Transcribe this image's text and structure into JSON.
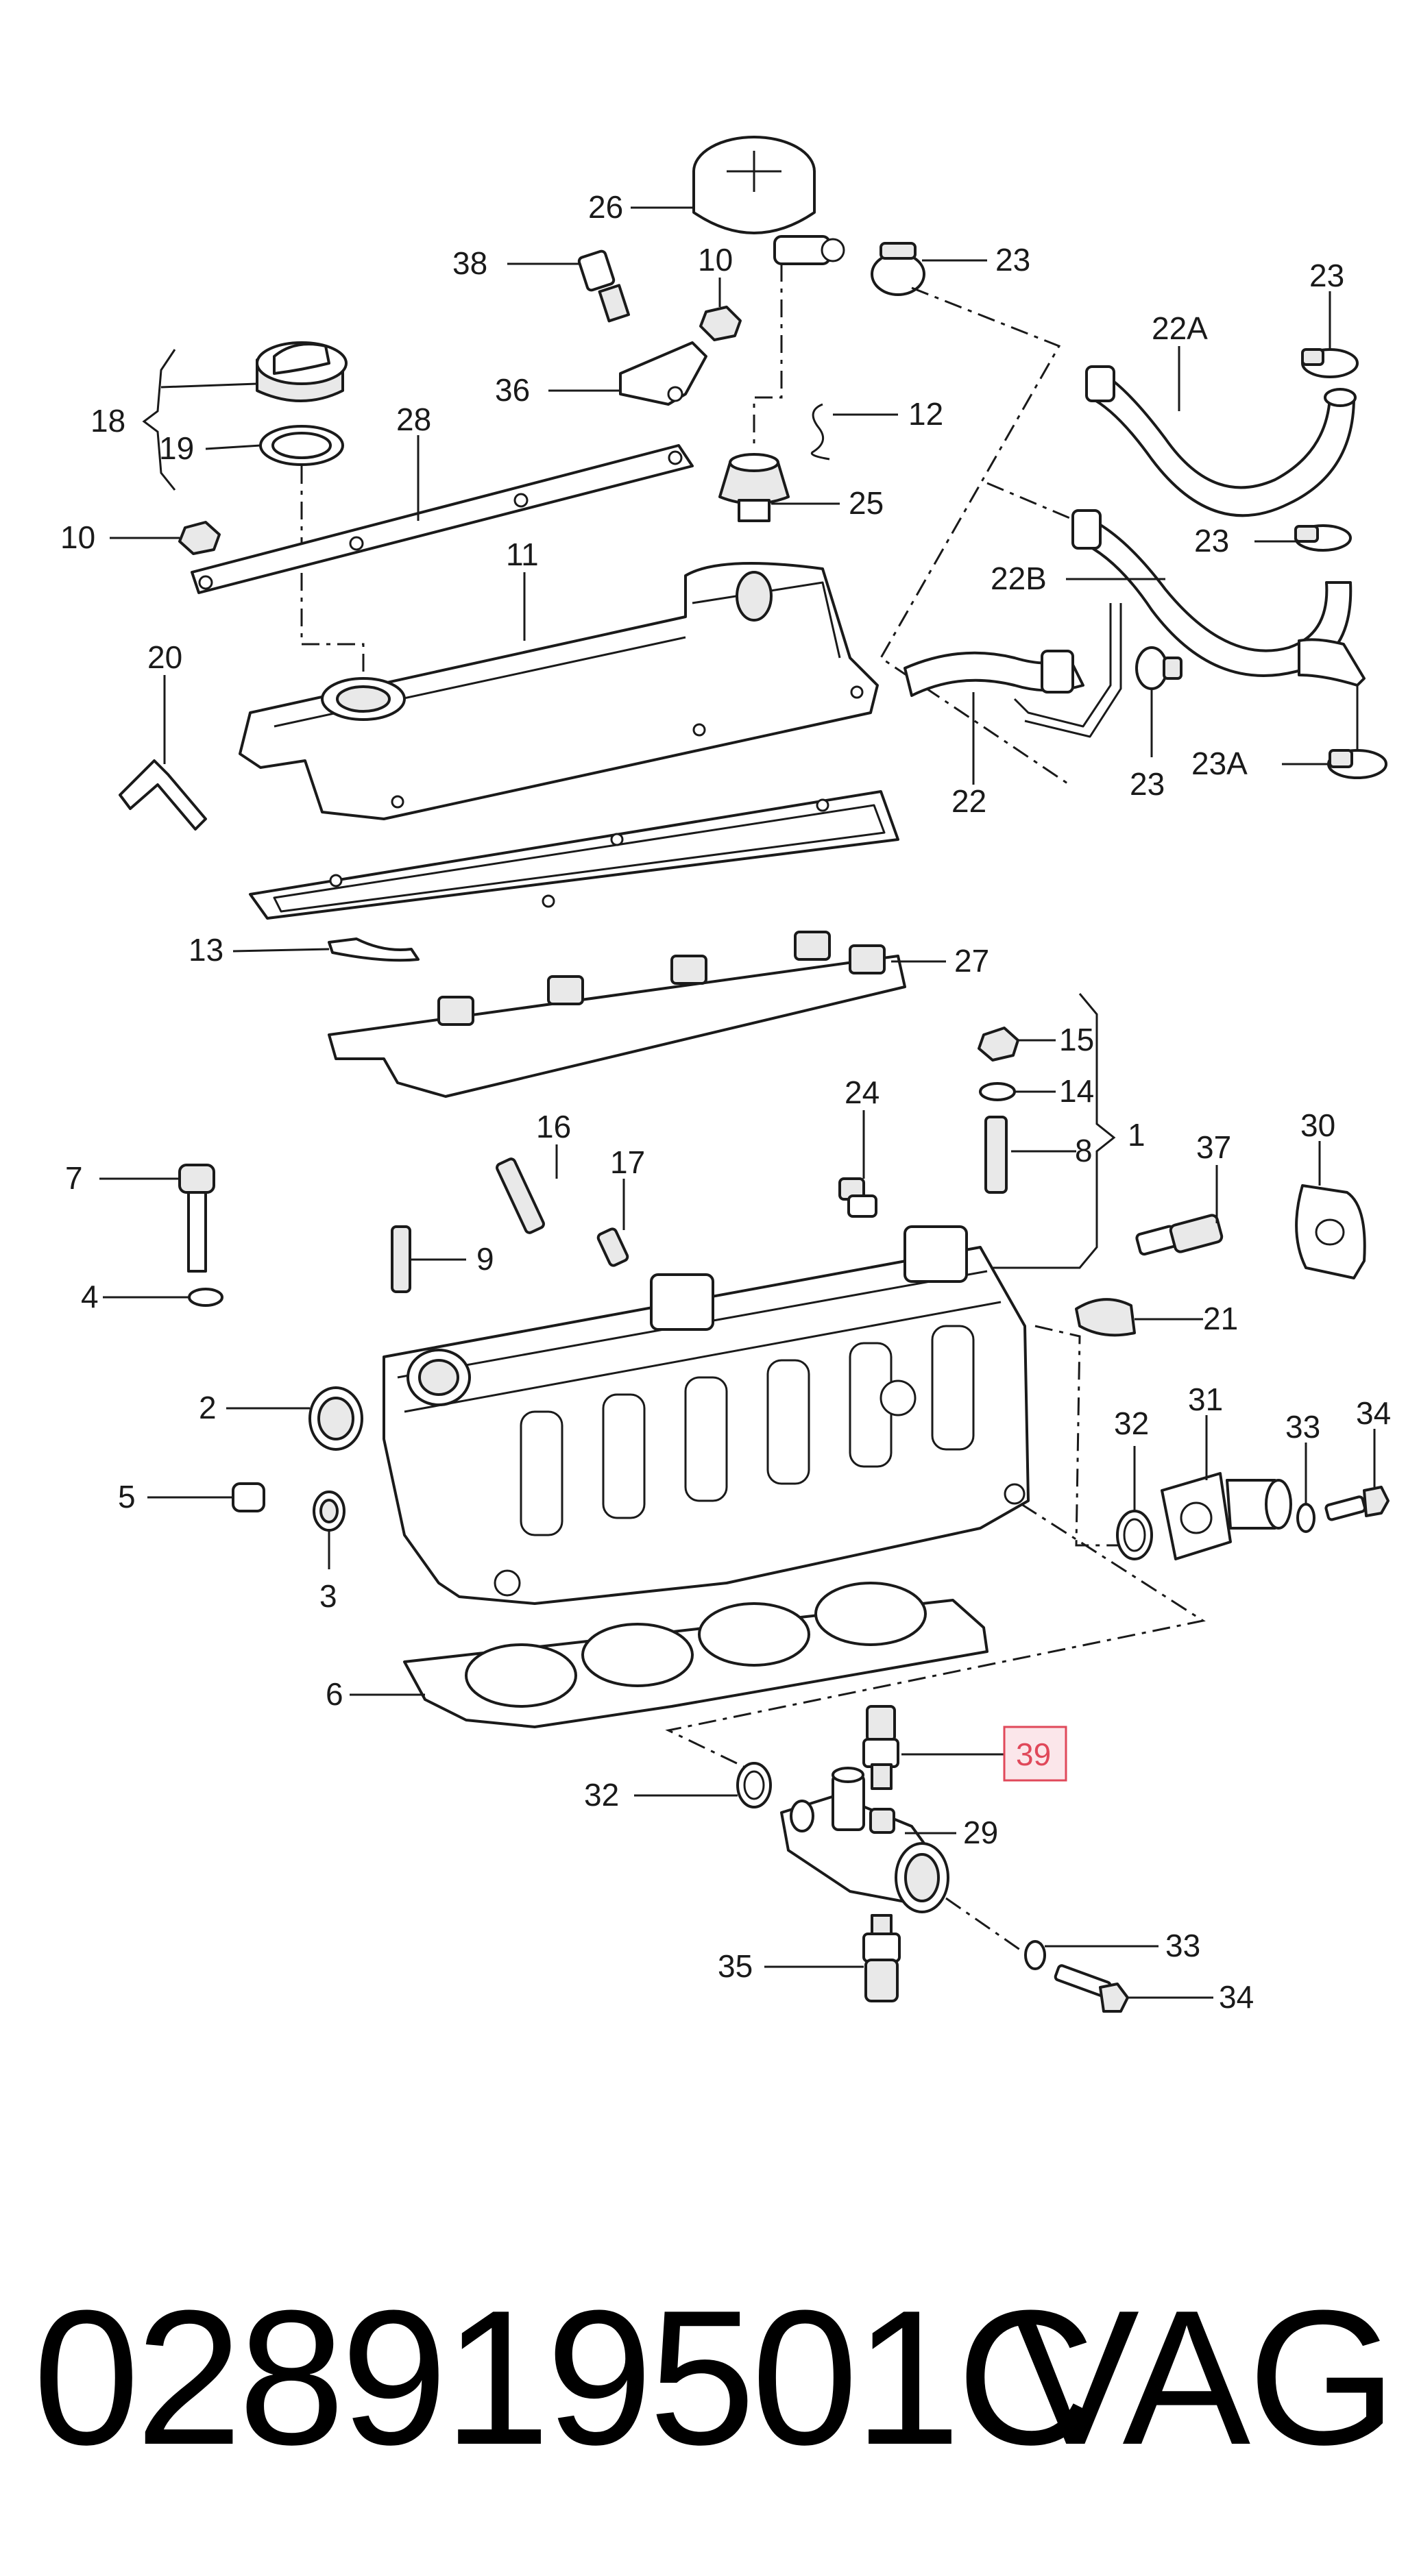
{
  "diagram": {
    "callouts": {
      "c26": "26",
      "c38": "38",
      "c10a": "10",
      "c23a": "23",
      "c23b": "23",
      "c22A": "22A",
      "c18": "18",
      "c36": "36",
      "c12": "12",
      "c19": "19",
      "c28": "28",
      "c10b": "10",
      "c25": "25",
      "c23c": "23",
      "c22B": "22B",
      "c11": "11",
      "c20": "20",
      "c22": "22",
      "c23d": "23",
      "c23A": "23A",
      "c13": "13",
      "c27": "27",
      "c15": "15",
      "c14": "14",
      "c24": "24",
      "c16": "16",
      "c8": "8",
      "c1": "1",
      "c37": "37",
      "c30": "30",
      "c7": "7",
      "c17": "17",
      "c9": "9",
      "c4": "4",
      "c21": "21",
      "c2": "2",
      "c32a": "32",
      "c31": "31",
      "c33a": "33",
      "c34a": "34",
      "c5": "5",
      "c3": "3",
      "c6": "6",
      "c39": "39",
      "c32b": "32",
      "c29": "29",
      "c35": "35",
      "c33b": "33",
      "c34b": "34"
    },
    "highlight_color": "#e0485a",
    "highlight_fill": "#fbe6ea"
  },
  "footer": {
    "part_number": "028919501C",
    "brand": "VAG"
  }
}
